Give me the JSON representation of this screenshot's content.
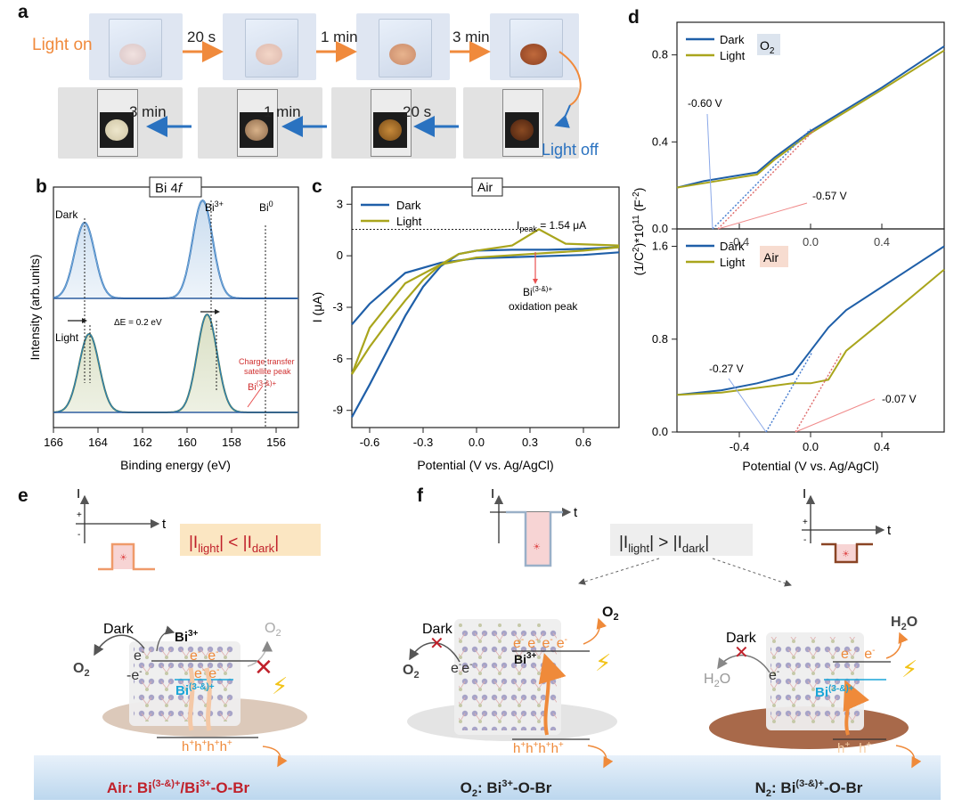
{
  "panel_labels": {
    "a": "a",
    "b": "b",
    "c": "c",
    "d": "d",
    "e": "e",
    "f": "f"
  },
  "panel_a": {
    "light_on": "Light on",
    "light_off": "Light off",
    "top_steps": [
      "20 s",
      "1 min",
      "3 min"
    ],
    "bottom_steps": [
      "3 min",
      "1 min",
      "20 s"
    ],
    "colors": {
      "orange": "#f08a3c",
      "blue": "#2a72c0"
    }
  },
  "panel_b": {
    "box_label_main": "Bi 4",
    "box_label_italic": "f",
    "dark_label": "Dark",
    "light_label": "Light",
    "bi3_label": "Bi",
    "bi3_sup": "3+",
    "bi0_label": "Bi",
    "bi0_sup": "0",
    "delta_label": "ΔE = 0.2 eV",
    "satellite_line1": "Charge transfer",
    "satellite_line2": "satellite peak",
    "bi_reduced": "Bi",
    "bi_reduced_sup": "(3-&)+",
    "xlabel": "Binding energy (eV)",
    "ylabel": "Intensity (arb.units)",
    "xticks": [
      "166",
      "164",
      "162",
      "160",
      "158",
      "156"
    ]
  },
  "panel_c": {
    "box_label": "Air",
    "legend": [
      "Dark",
      "Light"
    ],
    "ipeak_main": "I",
    "ipeak_sub": "peak",
    "ipeak_value": " = 1.54 μA",
    "bi_main": "Bi",
    "bi_sup": "(3-&)+",
    "oxidation": "oxidation peak",
    "xlabel": "Potential (V vs. Ag/AgCl)",
    "ylabel": "I (μA)",
    "xticks": [
      "-0.6",
      "-0.3",
      "0.0",
      "0.3",
      "0.6"
    ],
    "yticks": [
      "3",
      "0",
      "-3",
      "-6",
      "-9"
    ]
  },
  "panel_d": {
    "legend": [
      "Dark",
      "Light"
    ],
    "top_gas": "O",
    "top_gas_sub": "2",
    "bottom_gas": "Air",
    "top_annotations": [
      "-0.60 V",
      "-0.57 V"
    ],
    "bottom_annotations": [
      "-0.27 V",
      "-0.07 V"
    ],
    "top_yticks": [
      "0.8",
      "0.4",
      "0.0"
    ],
    "bottom_yticks": [
      "1.6",
      "0.8",
      "0.0"
    ],
    "top_xticks": [
      "-0.4",
      "0.0",
      "0.4"
    ],
    "bottom_xticks": [
      "-0.4",
      "0.0",
      "0.4"
    ],
    "xlabel": "Potential (V vs. Ag/AgCl)",
    "ylabel_main": "(1/C",
    "ylabel_sup1": "2",
    "ylabel_mid": ")*10",
    "ylabel_sup2": "11",
    "ylabel_f": " (F",
    "ylabel_sup3": "-2",
    "ylabel_end": ")"
  },
  "panel_e": {
    "axis_i": "I",
    "axis_t": "t",
    "plus": "+",
    "minus": "-",
    "relation": {
      "a": "|I",
      "b": "light",
      "c": "| < |I",
      "d": "dark",
      "e": "|"
    },
    "dark": "Dark",
    "o2_left": "O",
    "o2_sub": "2",
    "bi3": "Bi",
    "bi3_sup": "3+",
    "bired": "Bi",
    "bired_sup": "(3-&)+",
    "o2_grey": "O",
    "o2_grey_sub": "2",
    "electron": "e",
    "electron_sup": "-",
    "hole": "h",
    "hole_sup": "+",
    "caption_bold": "Air: ",
    "caption_rest_a": "Bi",
    "caption_sup": "(3-&)+",
    "caption_rest_b": "/Bi",
    "caption_sup2": "3+",
    "caption_rest_c": "-O-Br"
  },
  "panel_f": {
    "relation": {
      "a": "|I",
      "b": "light",
      "c": "| > |I",
      "d": "dark",
      "e": "|"
    },
    "dark": "Dark",
    "o2": "O",
    "o2_sub": "2",
    "h2o": "H",
    "h2o_sub": "2",
    "h2o_end": "O",
    "bi3": "Bi",
    "bi3_sup": "3+",
    "bired": "Bi",
    "bired_sup": "(3-&)+",
    "caption_o2_a": "O",
    "caption_o2_sub": "2",
    "caption_o2_b": ": Bi",
    "caption_o2_sup": "3+",
    "caption_o2_c": "-O-Br",
    "caption_n2_a": "N",
    "caption_n2_sub": "2",
    "caption_n2_b": ": Bi",
    "caption_n2_sup": "(3-&)+",
    "caption_n2_c": "-O-Br"
  },
  "colors": {
    "dark_curve": "#1f5fa8",
    "light_curve": "#a9a51c",
    "red_text": "#c0202a",
    "cyan_text": "#1aa6d8",
    "orange_arrow": "#ef8a3a"
  },
  "chart_data": [
    {
      "type": "line",
      "title": "Bi 4f",
      "xlabel": "Binding energy (eV)",
      "ylabel": "Intensity (arb.units)",
      "xlim": [
        166,
        155
      ],
      "series": [
        {
          "name": "Dark",
          "peaks_eV": [
            164.6,
            159.3
          ]
        },
        {
          "name": "Light",
          "peaks_eV": [
            164.4,
            159.1
          ]
        }
      ],
      "annotations": [
        "ΔE = 0.2 eV",
        "Charge transfer satellite peak"
      ]
    },
    {
      "type": "line",
      "title": "Air",
      "xlabel": "Potential (V vs. Ag/AgCl)",
      "ylabel": "I (μA)",
      "xlim": [
        -0.7,
        0.8
      ],
      "ylim": [
        -10,
        4
      ],
      "series": [
        {
          "name": "Dark",
          "x": [
            -0.7,
            -0.6,
            -0.5,
            -0.4,
            -0.3,
            -0.2,
            -0.1,
            0.0,
            0.2,
            0.4,
            0.6,
            0.8
          ],
          "y": [
            -9.4,
            -7.5,
            -5.5,
            -3.5,
            -1.8,
            -0.6,
            0.1,
            0.3,
            0.35,
            0.35,
            0.4,
            0.5
          ]
        },
        {
          "name": "Light",
          "x": [
            -0.7,
            -0.6,
            -0.5,
            -0.4,
            -0.3,
            -0.2,
            -0.1,
            0.0,
            0.2,
            0.35,
            0.5,
            0.8
          ],
          "y": [
            -6.9,
            -5.3,
            -3.9,
            -2.6,
            -1.4,
            -0.5,
            0.1,
            0.3,
            0.6,
            1.54,
            0.7,
            0.6
          ]
        }
      ],
      "annotations": [
        "Ipeak = 1.54 μA",
        "Bi(3-&)+ oxidation peak"
      ]
    },
    {
      "type": "line",
      "title": "O2",
      "xlabel": "Potential (V vs. Ag/AgCl)",
      "xlim": [
        -0.75,
        0.75
      ],
      "ylim": [
        0,
        0.95
      ],
      "series": [
        {
          "name": "Dark",
          "x": [
            -0.75,
            -0.6,
            -0.45,
            -0.3,
            -0.2,
            0.0,
            0.2,
            0.4,
            0.75
          ],
          "y": [
            0.19,
            0.22,
            0.24,
            0.26,
            0.33,
            0.45,
            0.55,
            0.65,
            0.84
          ]
        },
        {
          "name": "Light",
          "x": [
            -0.75,
            -0.6,
            -0.45,
            -0.3,
            -0.2,
            0.0,
            0.2,
            0.4,
            0.75
          ],
          "y": [
            0.19,
            0.21,
            0.23,
            0.25,
            0.32,
            0.44,
            0.54,
            0.64,
            0.82
          ]
        }
      ],
      "annotations": [
        "-0.60 V",
        "-0.57 V"
      ]
    },
    {
      "type": "line",
      "title": "Air",
      "xlabel": "Potential (V vs. Ag/AgCl)",
      "xlim": [
        -0.75,
        0.75
      ],
      "ylim": [
        0,
        1.75
      ],
      "series": [
        {
          "name": "Dark",
          "x": [
            -0.75,
            -0.5,
            -0.3,
            -0.1,
            0.0,
            0.1,
            0.2,
            0.4,
            0.75
          ],
          "y": [
            0.32,
            0.36,
            0.42,
            0.5,
            0.7,
            0.9,
            1.05,
            1.25,
            1.6
          ]
        },
        {
          "name": "Light",
          "x": [
            -0.75,
            -0.5,
            -0.3,
            -0.1,
            0.0,
            0.1,
            0.2,
            0.4,
            0.75
          ],
          "y": [
            0.32,
            0.34,
            0.38,
            0.42,
            0.42,
            0.45,
            0.7,
            0.95,
            1.4
          ]
        }
      ],
      "annotations": [
        "-0.27 V",
        "-0.07 V"
      ]
    }
  ]
}
